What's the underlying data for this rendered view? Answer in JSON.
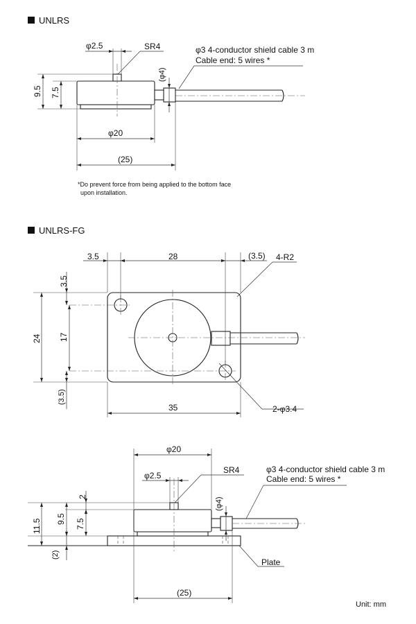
{
  "sections": {
    "top_title": "UNLRS",
    "mid_title": "UNLRS-FG"
  },
  "top": {
    "phi25": "φ2.5",
    "sr4": "SR4",
    "cable1": "φ3  4-conductor shield cable 3 m",
    "cable2": "Cable end: 5 wires *",
    "phi4": "(φ4)",
    "h95": "9.5",
    "h75": "7.5",
    "phi20": "φ20",
    "w25": "(25)",
    "note1": "*Do prevent force from being applied to the bottom face",
    "note2": "upon installation."
  },
  "mid": {
    "d35a": "3.5",
    "d28": "28",
    "d35b": "(3.5)",
    "r2": "4-R2",
    "v35": "3.5",
    "v24": "24",
    "v17": "17",
    "v35b": "(3.5)",
    "w35": "35",
    "hole": "2-φ3.4"
  },
  "bot": {
    "phi20": "φ20",
    "phi25": "φ2.5",
    "sr4": "SR4",
    "cable1": "φ3  4-conductor shield cable 3 m",
    "cable2": "Cable end: 5 wires *",
    "phi4": "(φ4)",
    "h2": "2",
    "h115": "11.5",
    "h95": "9.5",
    "h75": "7.5",
    "h2b": "(2)",
    "plate": "Plate",
    "w25": "(25)",
    "unit": "Unit: mm"
  }
}
